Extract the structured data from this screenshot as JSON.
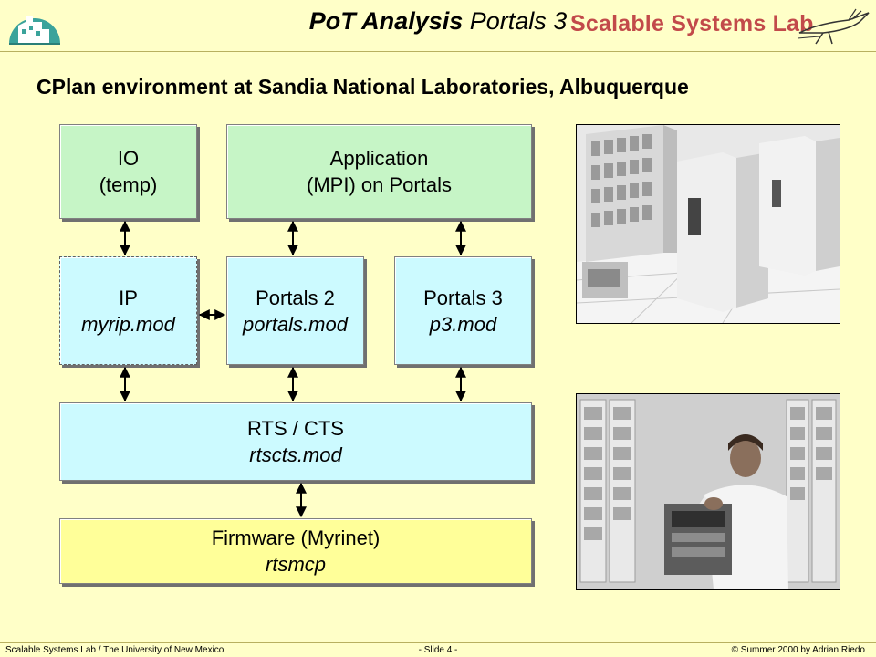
{
  "header": {
    "title_strong": "PoT Analysis",
    "title_light": " Portals 3",
    "lab_logo_text": "Scalable Systems Lab"
  },
  "subtitle": "CPlan environment at Sandia National Laboratories, Albuquerque",
  "diagram": {
    "io": {
      "line1": "IO",
      "line2": "(temp)"
    },
    "application": {
      "line1": "Application",
      "line2": "(MPI) on Portals"
    },
    "ip": {
      "line1": "IP",
      "line2": "myrip.mod"
    },
    "portals2": {
      "line1": "Portals 2",
      "line2": "portals.mod"
    },
    "portals3": {
      "line1": "Portals 3",
      "line2": "p3.mod"
    },
    "rtscts": {
      "line1": "RTS / CTS",
      "line2": "rtscts.mod"
    },
    "firmware": {
      "line1": "Firmware (Myrinet)",
      "line2": "rtsmcp"
    }
  },
  "footer": {
    "left": "Scalable Systems Lab / The University of New Mexico",
    "center": "- Slide 4 -",
    "right": "© Summer 2000 by Adrian Riedo"
  },
  "colors": {
    "background": "#ffffc8",
    "green_box": "#c6f5c6",
    "cyan_box": "#ccfaff",
    "yellow_box": "#ffff99",
    "lab_logo": "#c24a4a"
  }
}
